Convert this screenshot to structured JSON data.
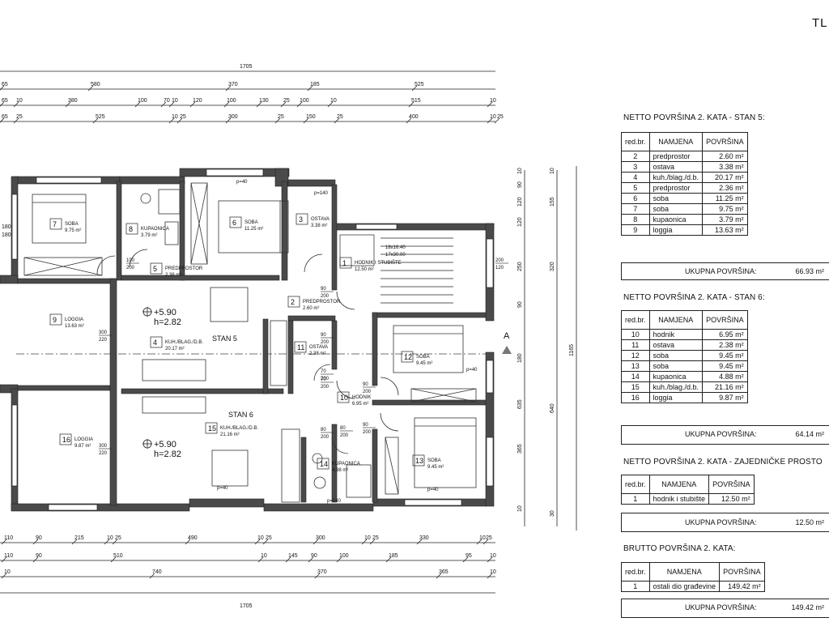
{
  "corner_label": "TL",
  "plan": {
    "section_marker": "A",
    "top_dims": {
      "overall": "1705",
      "row1": [
        "65",
        "580",
        "370",
        "185",
        "525"
      ],
      "row2": [
        "65",
        "10",
        "380",
        "100",
        "70",
        "10",
        "120",
        "100",
        "130",
        "25",
        "100",
        "10",
        "515",
        "10"
      ],
      "row3": [
        "65",
        "25",
        "525",
        "10",
        "25",
        "300",
        "25",
        "150",
        "25",
        "400",
        "10",
        "25"
      ]
    },
    "bottom_dims": {
      "row1": [
        "110",
        "90",
        "215",
        "10",
        "25",
        "490",
        "10",
        "25",
        "300",
        "10",
        "25",
        "330",
        "10",
        "25"
      ],
      "row2": [
        "110",
        "90",
        "510",
        "10",
        "145",
        "90",
        "100",
        "185",
        "95",
        "10"
      ],
      "row3": [
        "10",
        "740",
        "370",
        "365",
        "10"
      ],
      "overall": "1705"
    },
    "right_dims": {
      "col1": [
        "10",
        "90",
        "120",
        "120",
        "250",
        "90",
        "180",
        "635",
        "365",
        "10"
      ],
      "col2": [
        "10",
        "155",
        "320",
        "640",
        "30"
      ],
      "overall": "1165"
    },
    "left_marks": [
      "180",
      "180"
    ],
    "units": [
      {
        "label": "STAN 5",
        "level": "+5.90",
        "height": "h=2.82"
      },
      {
        "label": "STAN 6",
        "level": "+5.90",
        "height": "h=2.82"
      }
    ],
    "rooms": [
      {
        "num": "7",
        "name": "SOBA",
        "area": "9.75 m²"
      },
      {
        "num": "8",
        "name": "KUPAONICA",
        "area": "3.79 m²"
      },
      {
        "num": "6",
        "name": "SOBA",
        "area": "11.25 m²"
      },
      {
        "num": "3",
        "name": "OSTAVA",
        "area": "3.38 m²"
      },
      {
        "num": "1",
        "name": "HODNIK I STUBIŠTE",
        "area": "12.50 m²"
      },
      {
        "num": "5",
        "name": "PREDPROSTOR",
        "area": "2.36 m²"
      },
      {
        "num": "2",
        "name": "PREDPROSTOR",
        "area": "2.60 m²"
      },
      {
        "num": "9",
        "name": "LOGGIA",
        "area": "13.63 m²"
      },
      {
        "num": "4",
        "name": "KUH./BLAG./D.B.",
        "area": "20.17 m²"
      },
      {
        "num": "11",
        "name": "OSTAVA",
        "area": "2.38 m²"
      },
      {
        "num": "12",
        "name": "SOBA",
        "area": "9.45 m²"
      },
      {
        "num": "10",
        "name": "HODNIK",
        "area": "6.95 m²"
      },
      {
        "num": "16",
        "name": "LOGGIA",
        "area": "9.87 m²"
      },
      {
        "num": "15",
        "name": "KUH./BLAG./D.B.",
        "area": "21.16 m²"
      },
      {
        "num": "14",
        "name": "KUPAONICA",
        "area": "4.88 m²"
      },
      {
        "num": "13",
        "name": "SOBA",
        "area": "9.45 m²"
      }
    ],
    "stair": {
      "line1": "18x16.40",
      "line2": "17x30.00"
    },
    "openings": {
      "d1": {
        "w": "100",
        "h": "200"
      },
      "d2": {
        "w": "90",
        "h": "200"
      },
      "d3": {
        "w": "90",
        "h": "200"
      },
      "d4": {
        "w": "70",
        "h": "200"
      },
      "d5": {
        "w": "90",
        "h": "200"
      },
      "d6": {
        "w": "90",
        "h": "200"
      },
      "d7": {
        "w": "70",
        "h": "200"
      },
      "d8": {
        "w": "300",
        "h": "220"
      },
      "d9": {
        "w": "300",
        "h": "220"
      },
      "d10": {
        "w": "80",
        "h": "200"
      },
      "d11": {
        "w": "80",
        "h": "200"
      },
      "d12": {
        "w": "200",
        "h": "120"
      },
      "p40a": "p=40",
      "p140a": "p=140",
      "p40b": "p=40",
      "p40c": "p=40",
      "p140b": "p=140",
      "p40d": "p=40"
    }
  },
  "tables": {
    "stan5": {
      "title": "NETTO POVRŠINA 2. KATA - STAN 5:",
      "headers": [
        "red.br.",
        "NAMJENA",
        "POVRŠINA"
      ],
      "rows": [
        [
          "2",
          "predprostor",
          "2.60 m²"
        ],
        [
          "3",
          "ostava",
          "3.38 m²"
        ],
        [
          "4",
          "kuh./blag./d.b.",
          "20.17 m²"
        ],
        [
          "5",
          "predprostor",
          "2.36 m²"
        ],
        [
          "6",
          "soba",
          "11.25 m²"
        ],
        [
          "7",
          "soba",
          "9.75 m²"
        ],
        [
          "8",
          "kupaonica",
          "3.79 m²"
        ],
        [
          "9",
          "loggia",
          "13.63 m²"
        ]
      ],
      "total_label": "UKUPNA POVRŠINA:",
      "total_value": "66.93 m²"
    },
    "stan6": {
      "title": "NETTO POVRŠINA 2. KATA - STAN 6:",
      "headers": [
        "red.br.",
        "NAMJENA",
        "POVRŠINA"
      ],
      "rows": [
        [
          "10",
          "hodnik",
          "6.95 m²"
        ],
        [
          "11",
          "ostava",
          "2.38 m²"
        ],
        [
          "12",
          "soba",
          "9.45 m²"
        ],
        [
          "13",
          "soba",
          "9.45 m²"
        ],
        [
          "14",
          "kupaonica",
          "4.88 m²"
        ],
        [
          "15",
          "kuh./blag./d.b.",
          "21.16 m²"
        ],
        [
          "16",
          "loggia",
          "9.87 m²"
        ]
      ],
      "total_label": "UKUPNA POVRŠINA:",
      "total_value": "64.14 m²"
    },
    "common": {
      "title": "NETTO POVRŠINA 2. KATA - ZAJEDNIČKE PROSTO",
      "headers": [
        "red.br.",
        "NAMJENA",
        "POVRŠINA"
      ],
      "rows": [
        [
          "1",
          "hodnik i stubište",
          "12.50 m²"
        ]
      ],
      "total_label": "UKUPNA POVRŠINA:",
      "total_value": "12.50 m²"
    },
    "brutto": {
      "title": "BRUTTO POVRŠINA 2. KATA:",
      "headers": [
        "red.br.",
        "NAMJENA",
        "POVRŠINA"
      ],
      "rows": [
        [
          "1",
          "ostali dio građevine",
          "149.42 m²"
        ]
      ],
      "total_label": "UKUPNA POVRŠINA:",
      "total_value": "149.42 m²"
    }
  }
}
